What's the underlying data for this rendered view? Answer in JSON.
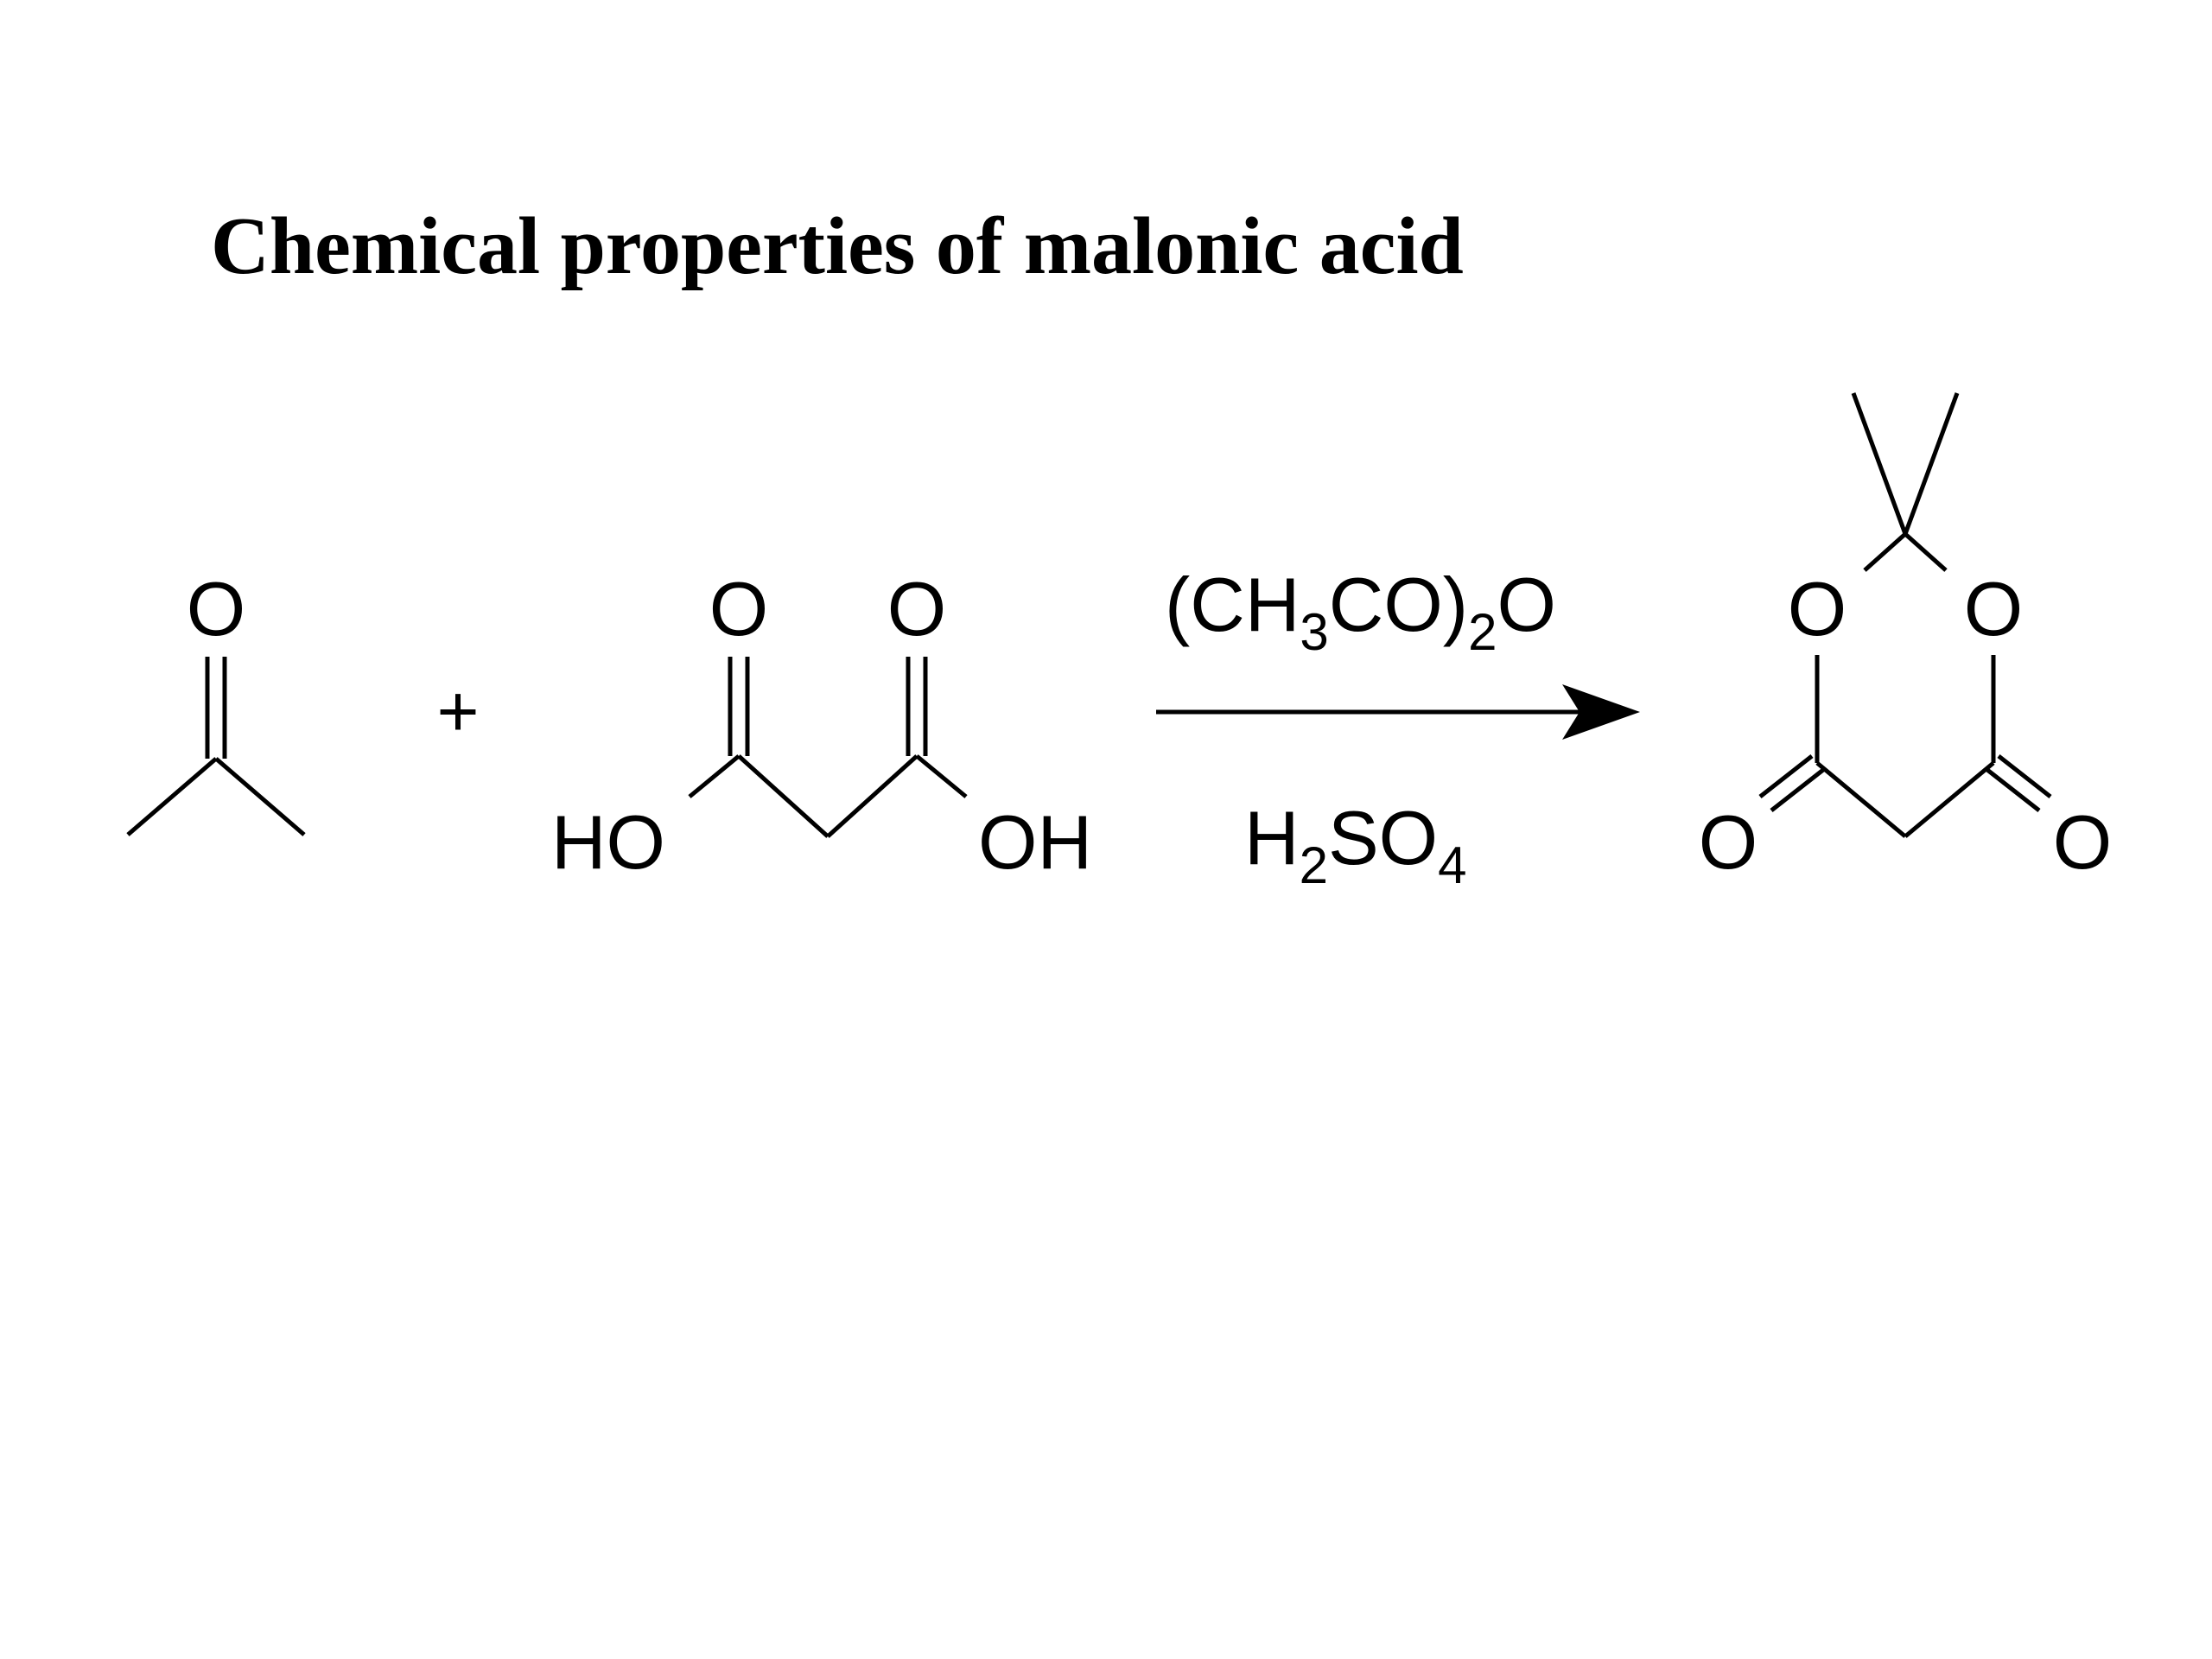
{
  "title": "Chemical properties of malonic acid",
  "reaction": {
    "plus": "+",
    "acetone": {
      "carbonyl_o": "O"
    },
    "malonic_acid": {
      "carbonyl_o_left": "O",
      "carbonyl_o_right": "O",
      "ho": "HO",
      "oh": "OH"
    },
    "reagent_above": {
      "main": "(CH",
      "sub1": "3",
      "mid": "CO)",
      "sub2": "2",
      "end": "O"
    },
    "reagent_below": {
      "h": "H",
      "sub1": "2",
      "so": "SO",
      "sub2": "4"
    },
    "product": {
      "ring_o_left": "O",
      "ring_o_right": "O",
      "exo_o_left": "O",
      "exo_o_right": "O"
    }
  }
}
